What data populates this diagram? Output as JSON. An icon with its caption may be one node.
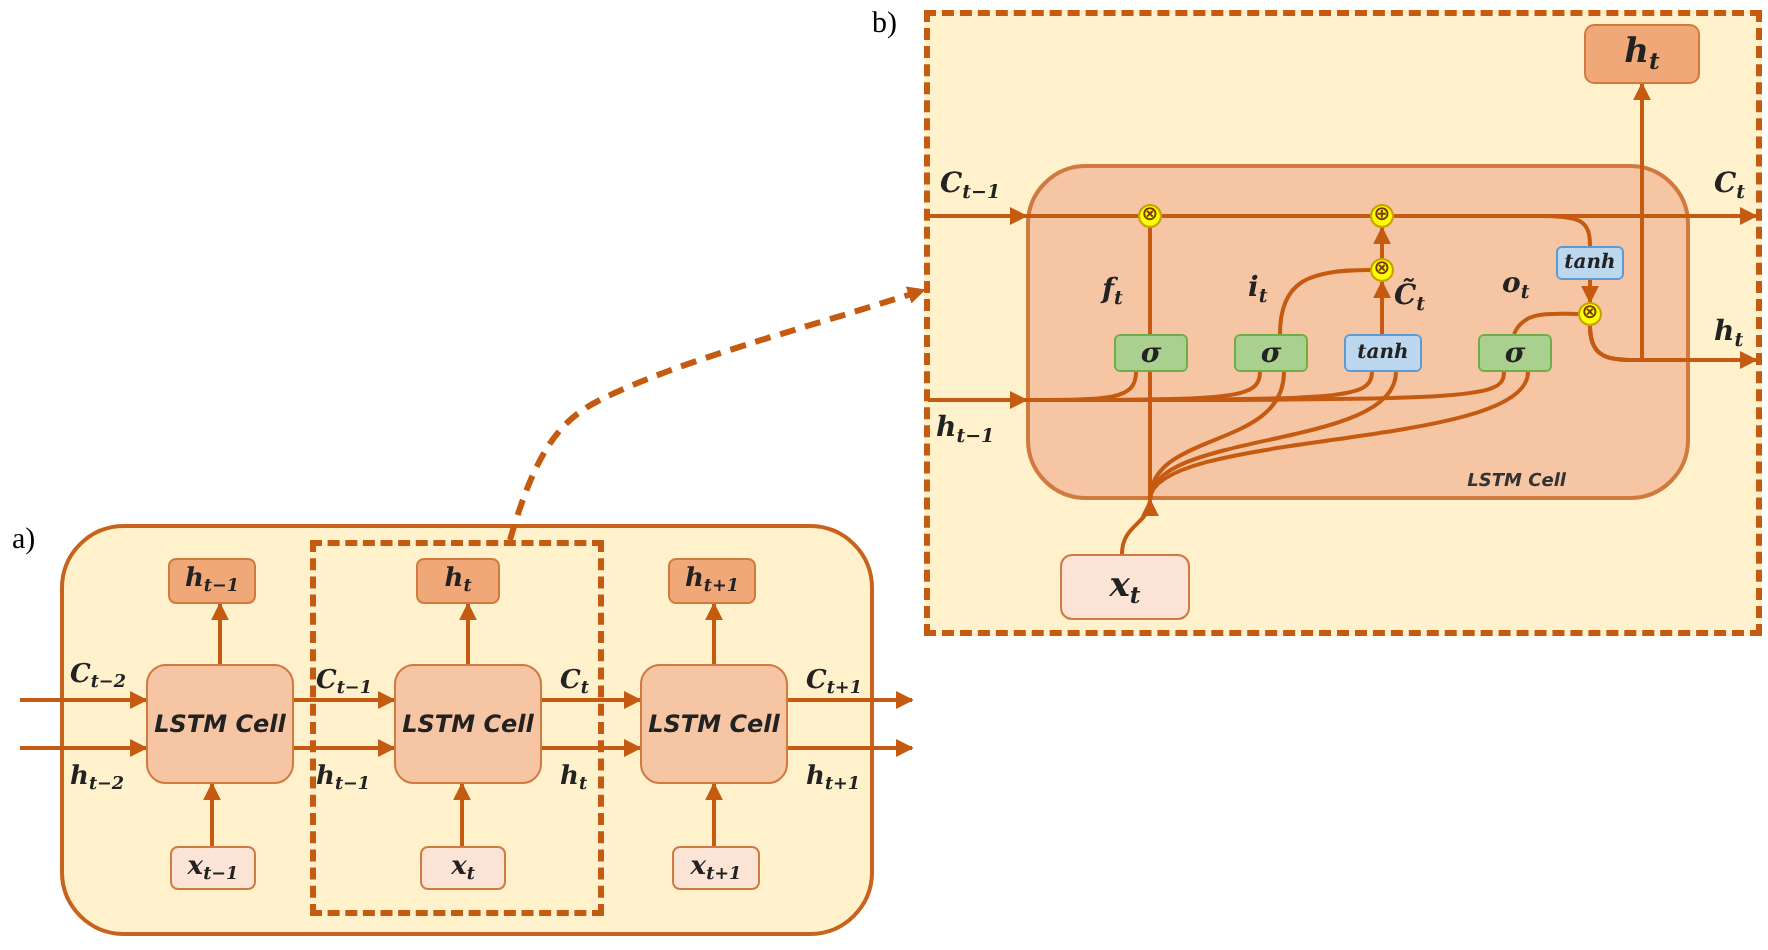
{
  "diagram": {
    "nodes": [
      {
        "text": [],
        "shape": "box"
      },
      {
        "text": [],
        "shape": "box",
        "in": 0
      },
      {
        "text": [
          "h$_{t−1}$"
        ],
        "in": 0
      },
      {
        "text": [
          "h$_{t}$"
        ],
        "in": 1
      },
      {
        "text": [
          "h$_{t+1}$"
        ],
        "in": 0
      },
      {
        "text": [
          "LSTM Cell"
        ],
        "in": 0
      },
      {
        "text": [
          "LSTM Cell"
        ],
        "in": 1
      },
      {
        "text": [
          "LSTM Cell"
        ],
        "in": 0
      },
      {
        "text": [
          "x$_{t−1}$"
        ],
        "in": 0
      },
      {
        "text": [
          "x$_{t}$"
        ],
        "in": 1
      },
      {
        "text": [
          "x$_{t+1}$"
        ],
        "in": 0
      },
      {
        "text": [],
        "shape": "box"
      },
      {
        "text": [
          "h$_{t}$"
        ],
        "in": 11
      },
      {
        "text": [
          "LSTM Cell"
        ],
        "in": 11
      },
      {
        "text": [
          "x$_{t}$"
        ],
        "in": 11
      },
      {
        "text": [
          "σ"
        ],
        "in": 13
      },
      {
        "text": [
          "σ"
        ],
        "in": 13
      },
      {
        "text": [
          "tanh"
        ],
        "in": 13
      },
      {
        "text": [
          "σ"
        ],
        "in": 13
      },
      {
        "text": [
          "tanh"
        ],
        "in": 13
      },
      {
        "text": [
          "⊗"
        ],
        "in": 13
      },
      {
        "text": [
          "⊕"
        ],
        "in": 13
      },
      {
        "text": [
          "⊗"
        ],
        "in": 13
      },
      {
        "text": [
          "⊗"
        ],
        "in": 13
      }
    ],
    "edges": [
      {
        "from": null,
        "to": 5,
        "arrow": "to",
        "label": "C$_{t−2}$"
      },
      {
        "from": null,
        "to": 5,
        "arrow": "to",
        "label": "h$_{t−2}$"
      },
      {
        "from": 5,
        "to": 6,
        "arrow": "to",
        "label": "C$_{t−1}$"
      },
      {
        "from": 5,
        "to": 6,
        "arrow": "to",
        "label": "h$_{t−1}$"
      },
      {
        "from": 6,
        "to": 7,
        "arrow": "to",
        "label": "C$_{t}$"
      },
      {
        "from": 6,
        "to": 7,
        "arrow": "to",
        "label": "h$_{t}$"
      },
      {
        "from": 7,
        "to": null,
        "arrow": "to",
        "label": "C$_{t+1}$"
      },
      {
        "from": 7,
        "to": null,
        "arrow": "to",
        "label": "h$_{t+1}$"
      },
      {
        "from": 5,
        "to": 2,
        "arrow": "to"
      },
      {
        "from": 6,
        "to": 3,
        "arrow": "to"
      },
      {
        "from": 7,
        "to": 4,
        "arrow": "to"
      },
      {
        "from": 8,
        "to": 5,
        "arrow": "to"
      },
      {
        "from": 9,
        "to": 6,
        "arrow": "to"
      },
      {
        "from": 10,
        "to": 7,
        "arrow": "to"
      },
      {
        "from": 1,
        "to": 11,
        "arrow": "to",
        "style": "dashed"
      },
      {
        "from": null,
        "to": 13,
        "arrow": "to",
        "label": "C$_{t−1}$"
      },
      {
        "from": 13,
        "to": 20,
        "arrow": "none"
      },
      {
        "from": 20,
        "to": 21,
        "arrow": "none"
      },
      {
        "from": 21,
        "to": null,
        "arrow": "to",
        "label": "C$_{t}$"
      },
      {
        "from": 21,
        "to": 19,
        "arrow": "none"
      },
      {
        "from": 19,
        "to": 23,
        "arrow": "to"
      },
      {
        "from": 23,
        "to": null,
        "arrow": "to",
        "label": "h$_{t}$"
      },
      {
        "from": 23,
        "to": 12,
        "arrow": "to"
      },
      {
        "from": null,
        "to": 13,
        "arrow": "to",
        "label": "h$_{t−1}$"
      },
      {
        "from": 13,
        "to": 15,
        "arrow": "none"
      },
      {
        "from": 13,
        "to": 16,
        "arrow": "none"
      },
      {
        "from": 13,
        "to": 17,
        "arrow": "none"
      },
      {
        "from": 13,
        "to": 18,
        "arrow": "none"
      },
      {
        "from": 14,
        "to": 13,
        "arrow": "to"
      },
      {
        "from": 13,
        "to": 15,
        "arrow": "none"
      },
      {
        "from": 13,
        "to": 16,
        "arrow": "none"
      },
      {
        "from": 13,
        "to": 17,
        "arrow": "none"
      },
      {
        "from": 13,
        "to": 18,
        "arrow": "none"
      },
      {
        "from": 15,
        "to": 20,
        "arrow": "none",
        "label": "f$_{t}$"
      },
      {
        "from": 16,
        "to": 22,
        "arrow": "none",
        "label": "i$_{t}$"
      },
      {
        "from": 17,
        "to": 22,
        "arrow": "to",
        "label": "C̃$_{t}$"
      },
      {
        "from": 22,
        "to": 21,
        "arrow": "to"
      },
      {
        "from": 18,
        "to": 23,
        "arrow": "none",
        "label": "o$_{t}$"
      }
    ],
    "labels": [
      "a)",
      "b)"
    ]
  }
}
